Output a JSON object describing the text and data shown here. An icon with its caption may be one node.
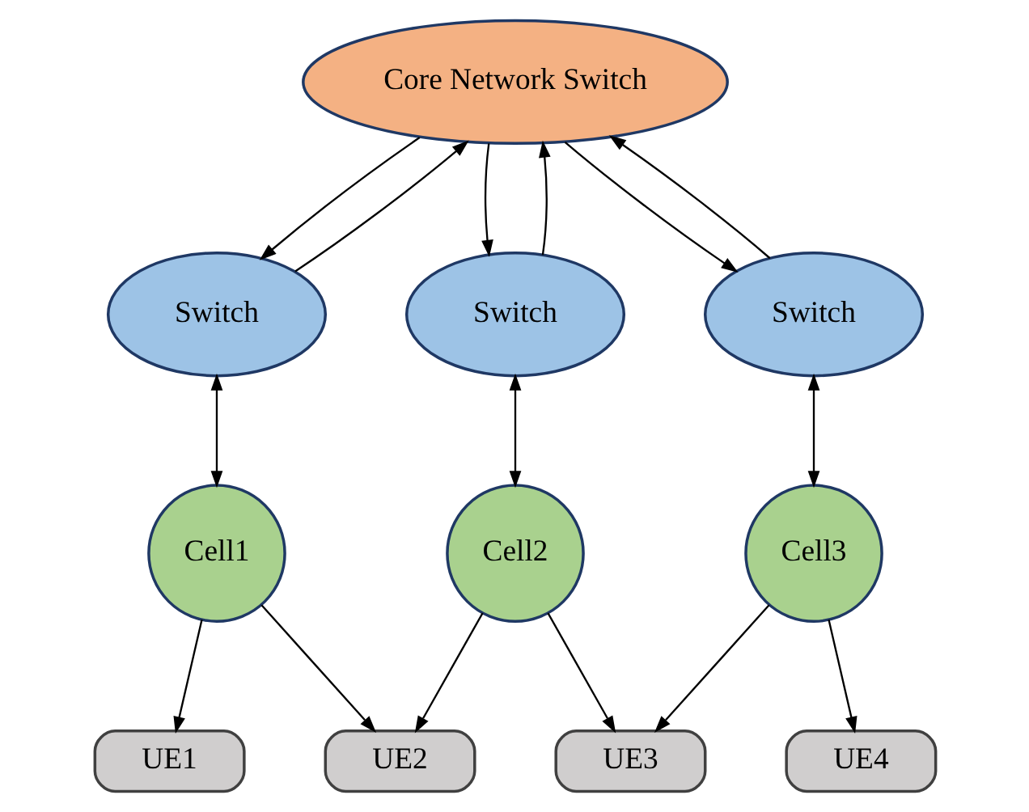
{
  "diagram": {
    "nodes": [
      {
        "text": [
          "Core Network Switch"
        ]
      },
      {
        "text": [
          "Switch"
        ]
      },
      {
        "text": [
          "Switch"
        ]
      },
      {
        "text": [
          "Switch"
        ]
      },
      {
        "text": [
          "Cell1"
        ]
      },
      {
        "text": [
          "Cell2"
        ]
      },
      {
        "text": [
          "Cell3"
        ]
      },
      {
        "text": [
          "UE1"
        ]
      },
      {
        "text": [
          "UE2"
        ]
      },
      {
        "text": [
          "UE3"
        ]
      },
      {
        "text": [
          "UE4"
        ]
      }
    ],
    "edges": [
      {
        "from": 0,
        "to": 1,
        "arrow": "to"
      },
      {
        "from": 1,
        "to": 0,
        "arrow": "to"
      },
      {
        "from": 0,
        "to": 2,
        "arrow": "to"
      },
      {
        "from": 2,
        "to": 0,
        "arrow": "to"
      },
      {
        "from": 0,
        "to": 3,
        "arrow": "to"
      },
      {
        "from": 3,
        "to": 0,
        "arrow": "to"
      },
      {
        "from": 1,
        "to": 4,
        "arrow": "both"
      },
      {
        "from": 2,
        "to": 5,
        "arrow": "both"
      },
      {
        "from": 3,
        "to": 6,
        "arrow": "both"
      },
      {
        "from": 4,
        "to": 7,
        "arrow": "to"
      },
      {
        "from": 4,
        "to": 8,
        "arrow": "to"
      },
      {
        "from": 5,
        "to": 8,
        "arrow": "to"
      },
      {
        "from": 5,
        "to": 9,
        "arrow": "to"
      },
      {
        "from": 6,
        "to": 9,
        "arrow": "to"
      },
      {
        "from": 6,
        "to": 10,
        "arrow": "to"
      }
    ]
  }
}
